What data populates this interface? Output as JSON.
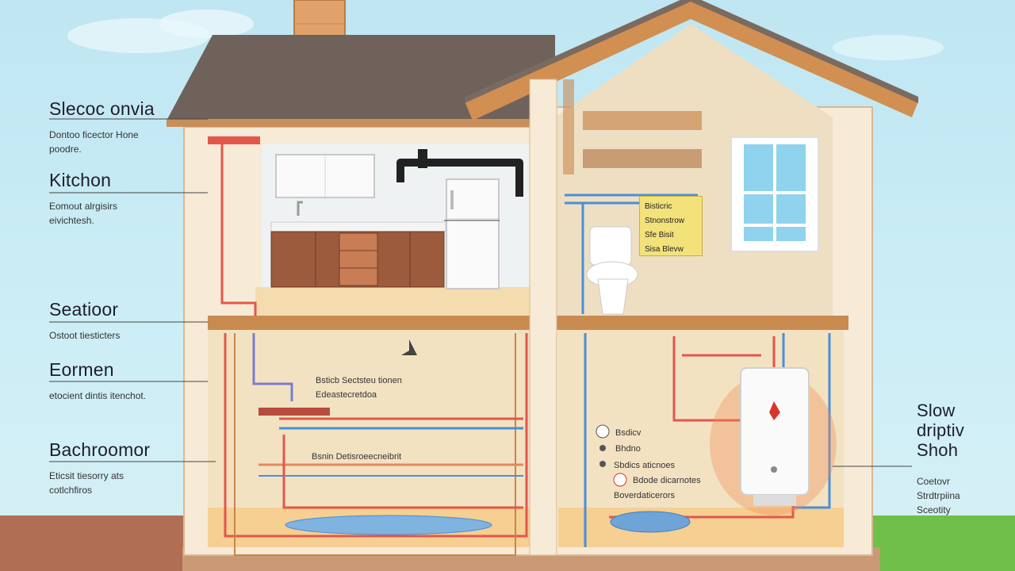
{
  "labels": {
    "top": {
      "title": "Slecoc onvia",
      "sub1": "Dontoo ficector Hone",
      "sub2": "poodre."
    },
    "kitchen": {
      "title": "Kitchon",
      "sub1": "Eomout alrgisirs",
      "sub2": "eivichtesh."
    },
    "second": {
      "title": "Seatioor",
      "sub1": "Ostoot tiesticters"
    },
    "basement": {
      "title": "Eormen",
      "sub1": "etocient dintis itenchot."
    },
    "bathroom": {
      "title": "Bachroomor",
      "sub1": "Eticsit tiesorry ats",
      "sub2": "cotlchfiros"
    },
    "right": {
      "line1": "Slow",
      "line2": "driptiv",
      "line3": "Shoh",
      "sub1": "Coetovr",
      "sub2": "Strdtrpiina",
      "sub3": "Sceotity"
    }
  },
  "sign": {
    "l1": "Bisticric",
    "l2": "Stnonstrow",
    "l3": "Sfe Bisit",
    "l4": "Sisa Blevw"
  },
  "basement_notes": {
    "n1": "Bsticb Sectsteu tionen",
    "n2": "Edeastecretdoa",
    "n3": "Bsnin Detisroeecneibrit"
  },
  "right_notes": {
    "n1": "Bsdicv",
    "n2": "Bhdno",
    "n3": "Sbdics aticnoes",
    "n4": "Bdode dicarnotes",
    "n5": "Boverdaticerors"
  }
}
